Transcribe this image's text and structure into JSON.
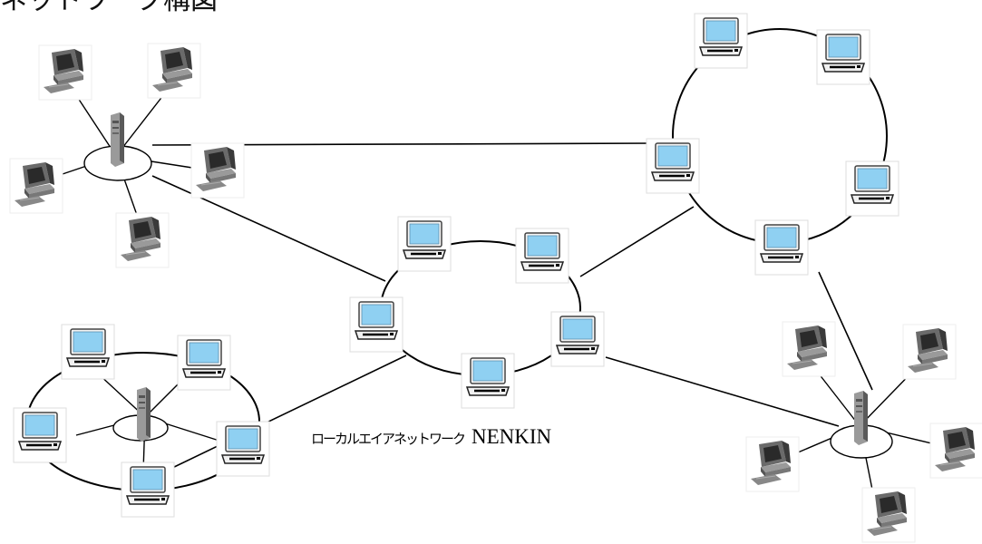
{
  "title": "ネットワーク構図",
  "network_label": {
    "japanese": "ローカルエイアネットワーク",
    "name": "NENKIN"
  },
  "icons": {
    "laptop": "laptop-icon",
    "desktop": "desktop-computer-icon",
    "server": "server-tower-icon"
  },
  "colors": {
    "screen": "#8fd0f2",
    "monitor_grey": "#4d4d4d",
    "line": "#000000",
    "background": "#ffffff"
  }
}
